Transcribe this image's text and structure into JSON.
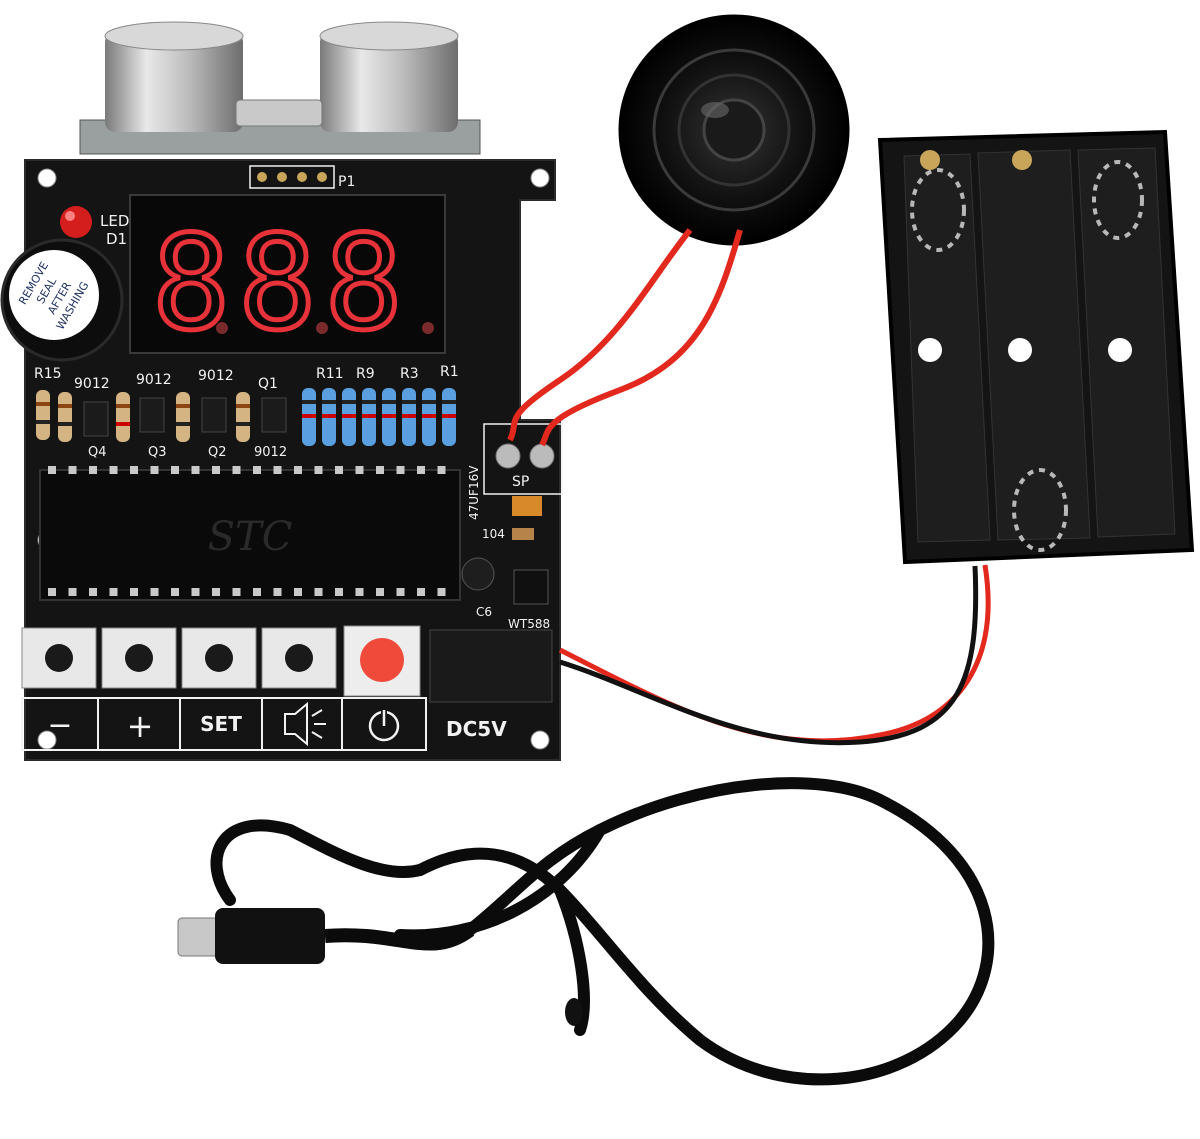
{
  "board": {
    "sensor_header": "P1",
    "led_label": "LED",
    "led_ref": "D1",
    "buzzer_sticker": [
      "REMOVE",
      "SEAL",
      "AFTER",
      "WASHING"
    ],
    "display_digits": "888",
    "resistors_top": [
      "R15",
      "R11",
      "R9",
      "R3",
      "R1"
    ],
    "transistors_top": [
      "9012",
      "9012",
      "9012",
      "Q1"
    ],
    "bottom_refs": [
      "Q4",
      "Q3",
      "Q2",
      "9012"
    ],
    "chip_marking": "STC",
    "speaker_port": "SP",
    "cap_label": "47UF16V",
    "cap_small": "104",
    "cap_ref": "C6",
    "audio_chip": "WT588",
    "buttons": [
      "−",
      "+",
      "SET",
      "speaker",
      "power"
    ],
    "power_label": "DC5V"
  },
  "colors": {
    "pcb": "#141414",
    "silk": "#f2f2f2",
    "display_red": "#e8323a",
    "wire_red": "#e3281e",
    "power_button": "#f04a3a"
  }
}
